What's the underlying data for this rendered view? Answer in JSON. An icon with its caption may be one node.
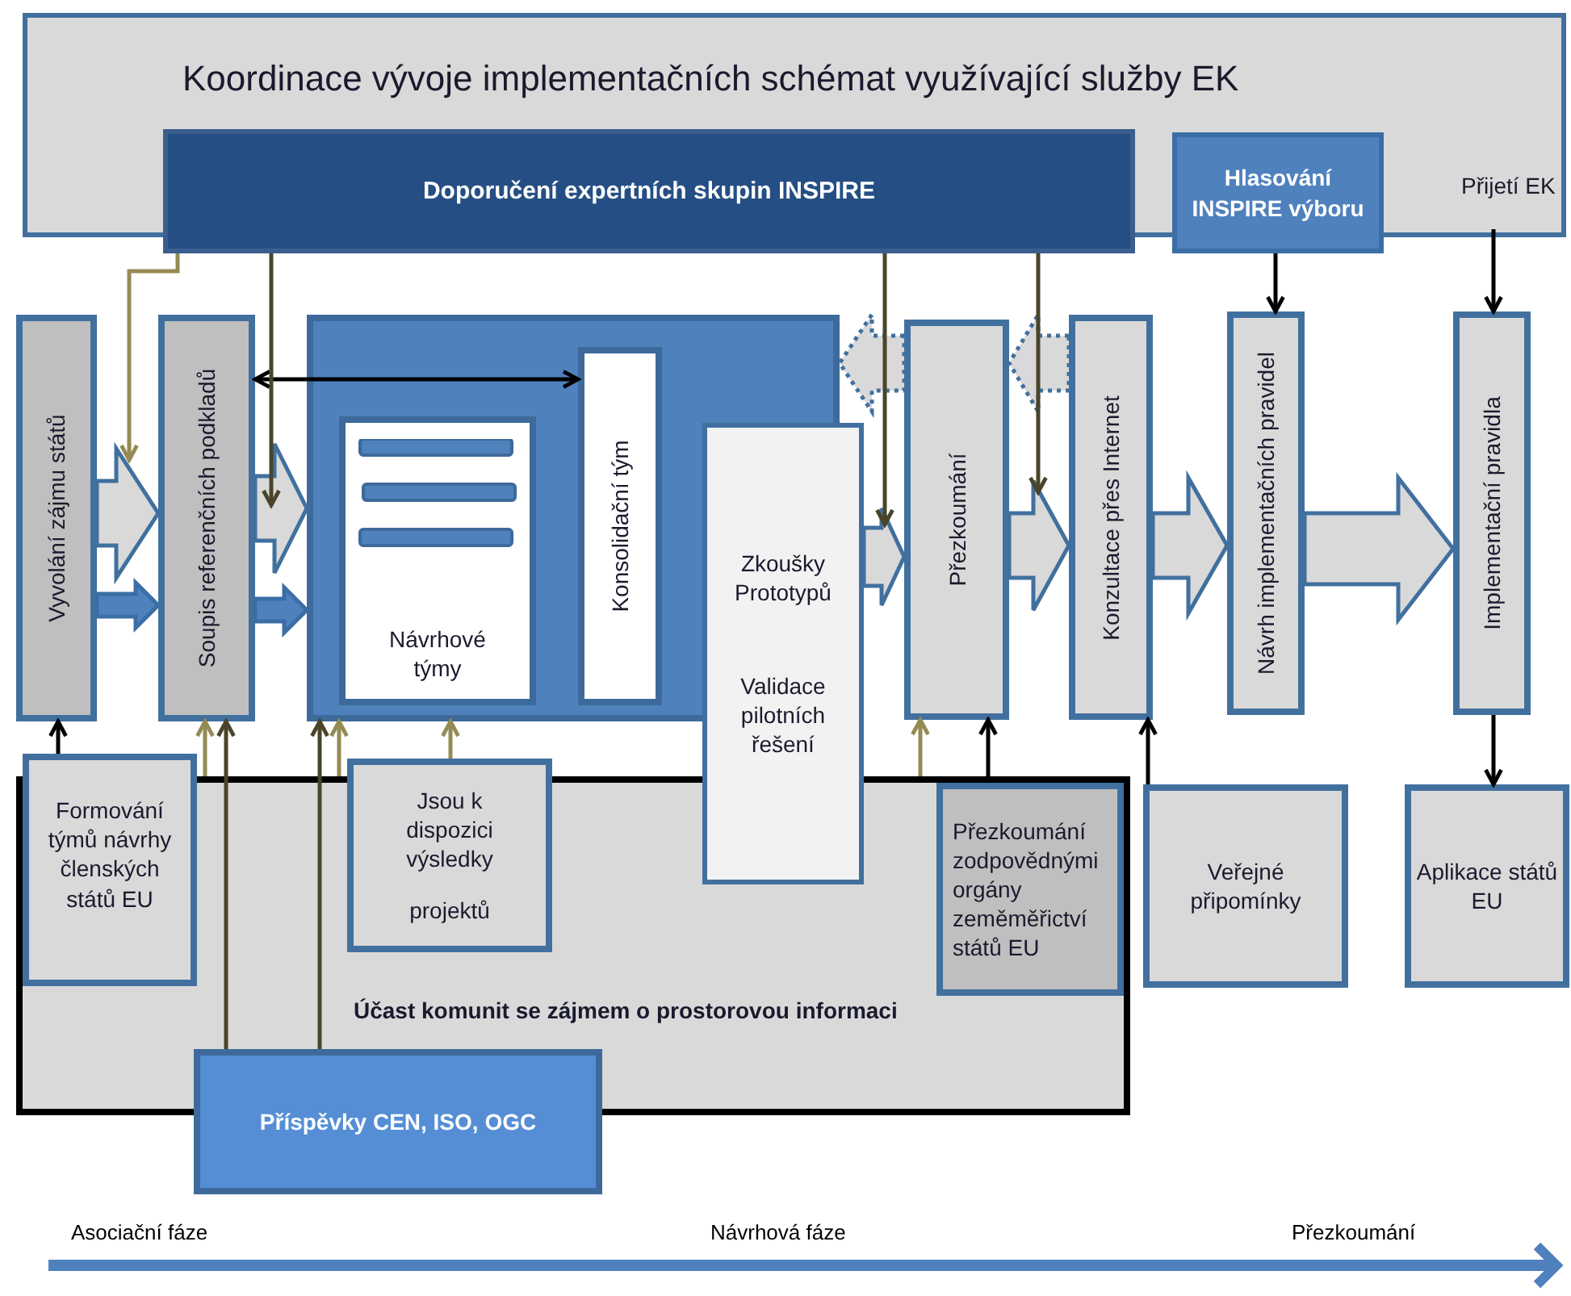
{
  "diagram": {
    "nodes": [
      {
        "text": [
          "Koordinace vývoje implementačních schémat využívající služby EK"
        ]
      },
      {
        "text": [
          "Doporučení expertních skupin INSPIRE"
        ]
      },
      {
        "text": [
          "Hlasování INSPIRE výboru"
        ]
      },
      {
        "text": [
          "Přijetí EK"
        ],
        "in": 0
      },
      {
        "text": [
          "Vyvolání zájmu států"
        ]
      },
      {
        "text": [
          "Soupis referenčních podkladů"
        ]
      },
      {
        "text": [],
        "shape": "box"
      },
      {
        "text": [
          "Návrhové týmy"
        ],
        "in": 6
      },
      {
        "text": [
          "Konsolidační tým"
        ],
        "in": 6
      },
      {
        "text": [
          "Zkoušky Prototypů",
          "Validace pilotních řešení"
        ]
      },
      {
        "text": [
          "Přezkoumání"
        ]
      },
      {
        "text": [
          "Konzultace přes Internet"
        ]
      },
      {
        "text": [
          "Návrh implementačních pravidel"
        ]
      },
      {
        "text": [
          "Implementační pravidla"
        ]
      },
      {
        "text": [
          "Účast komunit se zájmem o prostorovou informaci"
        ]
      },
      {
        "text": [
          "Formování týmů návrhy členských států EU"
        ]
      },
      {
        "text": [
          "Jsou k dispozici výsledky",
          "projektů"
        ]
      },
      {
        "text": [
          "Přezkoumání zodpovědnými orgány zeměměřictví států EU"
        ],
        "in": 14
      },
      {
        "text": [
          "Veřejné připomínky"
        ]
      },
      {
        "text": [
          "Aplikace států EU"
        ]
      },
      {
        "text": [
          "Příspěvky CEN, ISO, OGC"
        ]
      }
    ],
    "edges": [
      {
        "from": 4,
        "to": 5,
        "arrow": "to",
        "style": "thick",
        "color": "#d9d9d9"
      },
      {
        "from": 4,
        "to": 5,
        "arrow": "to",
        "style": "thick",
        "color": "#4f81bd"
      },
      {
        "from": 5,
        "to": 6,
        "arrow": "to",
        "style": "thick",
        "color": "#d9d9d9"
      },
      {
        "from": 5,
        "to": 6,
        "arrow": "to",
        "style": "thick",
        "color": "#4f81bd"
      },
      {
        "from": 9,
        "to": 10,
        "arrow": "to",
        "style": "thick",
        "color": "#d9d9d9"
      },
      {
        "from": 10,
        "to": 11,
        "arrow": "to",
        "style": "thick",
        "color": "#d9d9d9"
      },
      {
        "from": 11,
        "to": 12,
        "arrow": "to",
        "style": "thick",
        "color": "#d9d9d9"
      },
      {
        "from": 12,
        "to": 13,
        "arrow": "to",
        "style": "thick",
        "color": "#d9d9d9"
      },
      {
        "from": 10,
        "to": 6,
        "arrow": "to",
        "style": "dashed",
        "color": "#d9d9d9"
      },
      {
        "from": 11,
        "to": 10,
        "arrow": "to",
        "style": "dashed",
        "color": "#d9d9d9"
      },
      {
        "from": 5,
        "to": 8,
        "arrow": "both"
      },
      {
        "from": 1,
        "to": 5,
        "arrow": "to",
        "color": "#948a54"
      },
      {
        "from": 1,
        "to": 5,
        "arrow": "to",
        "color": "#4a452a"
      },
      {
        "from": 1,
        "to": 10,
        "arrow": "to",
        "color": "#4a452a"
      },
      {
        "from": 1,
        "to": 11,
        "arrow": "to",
        "color": "#4a452a"
      },
      {
        "from": 2,
        "to": 12,
        "arrow": "to"
      },
      {
        "from": 3,
        "to": 13,
        "arrow": "to"
      },
      {
        "from": 15,
        "to": 4,
        "arrow": "to"
      },
      {
        "from": 14,
        "to": 5,
        "arrow": "to",
        "color": "#948a54"
      },
      {
        "from": 20,
        "to": 5,
        "arrow": "to",
        "color": "#4a452a"
      },
      {
        "from": 20,
        "to": 6,
        "arrow": "to",
        "color": "#4a452a"
      },
      {
        "from": 14,
        "to": 6,
        "arrow": "to",
        "color": "#948a54"
      },
      {
        "from": 16,
        "to": 6,
        "arrow": "to",
        "color": "#948a54"
      },
      {
        "from": 14,
        "to": 10,
        "arrow": "to",
        "color": "#948a54"
      },
      {
        "from": 17,
        "to": 10,
        "arrow": "to"
      },
      {
        "from": 18,
        "to": 11,
        "arrow": "to"
      },
      {
        "from": 13,
        "to": 19,
        "arrow": "to"
      }
    ],
    "labels": [
      "Asociační fáze",
      "Návrhová fáze",
      "Přezkoumání"
    ]
  }
}
